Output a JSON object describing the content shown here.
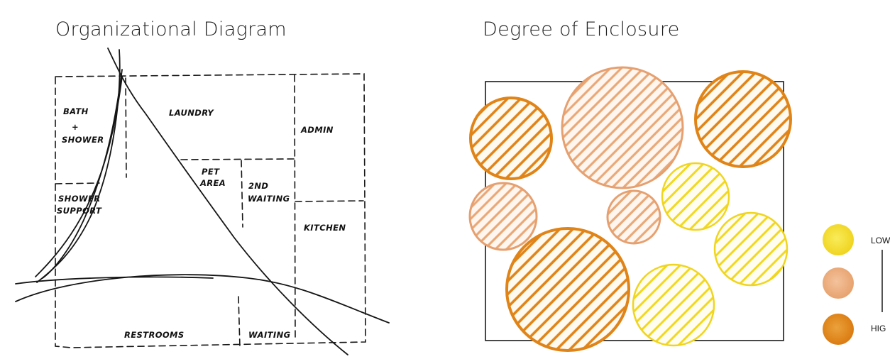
{
  "titles": {
    "organizational": "Organizational Diagram",
    "enclosure": "Degree of Enclosure"
  },
  "rooms": {
    "bath_shower_1": "BATH",
    "bath_shower_2": "+",
    "bath_shower_3": "SHOWER",
    "laundry": "LAUNDRY",
    "admin": "ADMIN",
    "pet_area_1": "PET",
    "pet_area_2": "AREA",
    "second_waiting_1": "2ND",
    "second_waiting_2": "WAITING",
    "shower_support_1": "SHOWER",
    "shower_support_2": "SUPPORT",
    "kitchen": "KITCHEN",
    "restrooms": "RESTROOMS",
    "waiting": "WAITING"
  },
  "legend": {
    "low_label": "LOW",
    "high_label": "HIG",
    "colors": {
      "low": "#f2d81f",
      "mid": "#e9a877",
      "high": "#e08418"
    }
  },
  "colors": {
    "ink": "#151515",
    "yellow": "#f2d81f",
    "peach": "#e9a877",
    "orange": "#e08418"
  }
}
